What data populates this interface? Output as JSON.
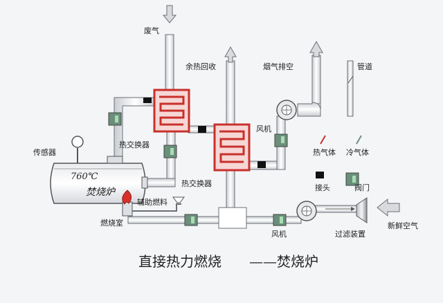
{
  "labels": {
    "waste_gas": "废气",
    "heat_recovery": "余热回收",
    "flue_exhaust": "烟气排空",
    "pipe": "管道",
    "heat_exchanger_1": "热交换器",
    "heat_exchanger_2": "热交换器",
    "sensor": "传感器",
    "temperature": "760℃",
    "furnace_name": "焚烧炉",
    "fan_top": "风机",
    "hot_gas": "热气体",
    "cold_gas": "冷气体",
    "joint": "接头",
    "valve": "阀门",
    "aux_fuel": "辅助燃料",
    "combustion_chamber": "燃烧室",
    "fan_bottom": "风机",
    "filter_device": "过滤装置",
    "fresh_air": "新鲜空气"
  },
  "title": {
    "main": "直接热力燃烧",
    "suffix": "——焚烧炉"
  },
  "colors": {
    "pipe_fill": "#eef0f2",
    "pipe_stroke": "#6b6f75",
    "exchanger_red": "#c9302c",
    "valve_green": "#6a8f7a",
    "joint_black": "#111111",
    "flame_red": "#d6322b"
  }
}
